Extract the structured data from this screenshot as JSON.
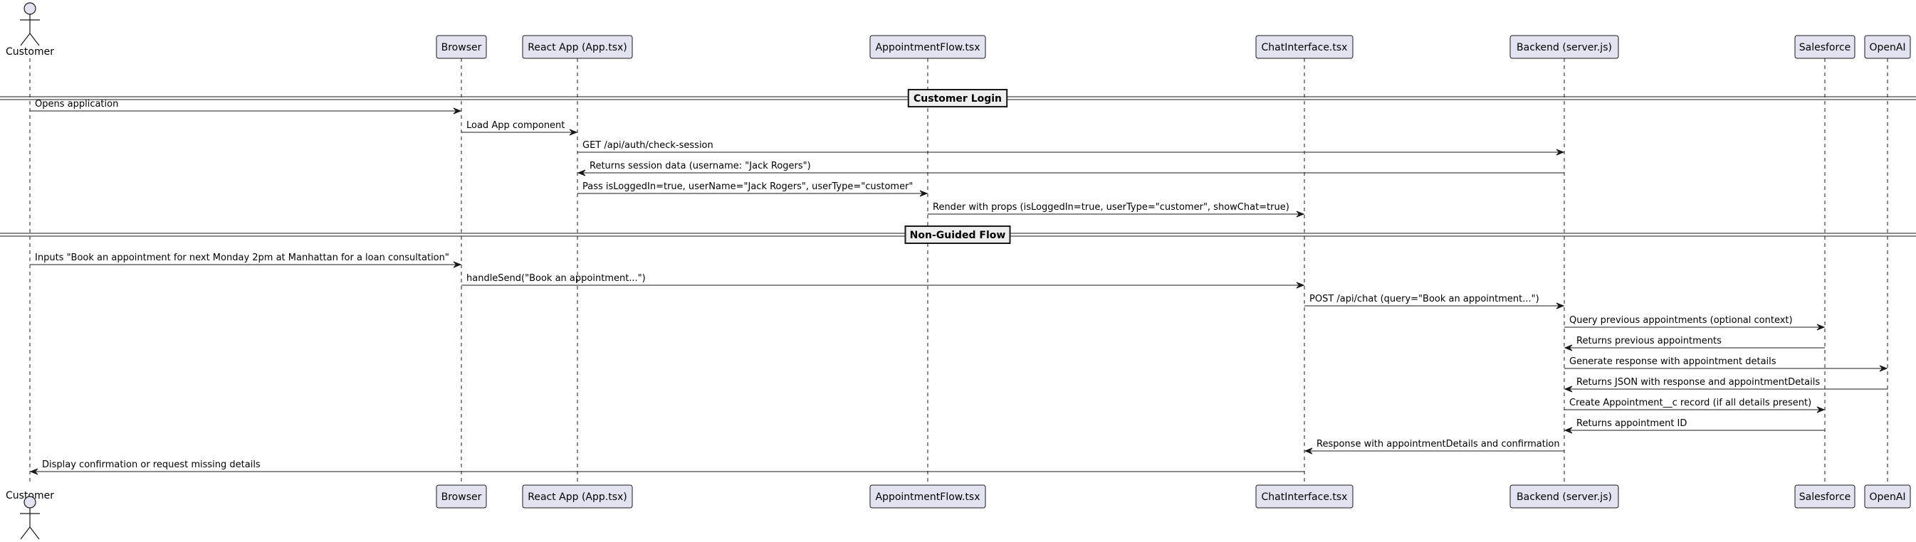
{
  "participants": [
    {
      "id": "customer",
      "label": "Customer",
      "kind": "actor"
    },
    {
      "id": "browser",
      "label": "Browser",
      "kind": "box"
    },
    {
      "id": "react_app",
      "label": "React App (App.tsx)",
      "kind": "box"
    },
    {
      "id": "appointment_flow",
      "label": "AppointmentFlow.tsx",
      "kind": "box"
    },
    {
      "id": "chat_interface",
      "label": "ChatInterface.tsx",
      "kind": "box"
    },
    {
      "id": "backend",
      "label": "Backend (server.js)",
      "kind": "box"
    },
    {
      "id": "salesforce",
      "label": "Salesforce",
      "kind": "box"
    },
    {
      "id": "openai",
      "label": "OpenAI",
      "kind": "box"
    }
  ],
  "sections": [
    {
      "label": "Customer Login"
    },
    {
      "label": "Non-Guided Flow"
    }
  ],
  "messages": [
    {
      "from": "customer",
      "to": "browser",
      "label": "Opens application"
    },
    {
      "from": "browser",
      "to": "react_app",
      "label": "Load App component"
    },
    {
      "from": "react_app",
      "to": "backend",
      "label": "GET /api/auth/check-session"
    },
    {
      "from": "backend",
      "to": "react_app",
      "label": "Returns session data (username: \"Jack Rogers\")"
    },
    {
      "from": "react_app",
      "to": "appointment_flow",
      "label": "Pass isLoggedIn=true, userName=\"Jack Rogers\", userType=\"customer\""
    },
    {
      "from": "appointment_flow",
      "to": "chat_interface",
      "label": "Render with props (isLoggedIn=true, userType=\"customer\", showChat=true)"
    },
    {
      "from": "customer",
      "to": "browser",
      "label": "Inputs \"Book an appointment for next Monday 2pm at Manhattan for a loan consultation\""
    },
    {
      "from": "browser",
      "to": "chat_interface",
      "label": "handleSend(\"Book an appointment...\")"
    },
    {
      "from": "chat_interface",
      "to": "backend",
      "label": "POST /api/chat (query=\"Book an appointment...\")"
    },
    {
      "from": "backend",
      "to": "salesforce",
      "label": "Query previous appointments (optional context)"
    },
    {
      "from": "salesforce",
      "to": "backend",
      "label": "Returns previous appointments"
    },
    {
      "from": "backend",
      "to": "openai",
      "label": "Generate response with appointment details"
    },
    {
      "from": "openai",
      "to": "backend",
      "label": "Returns JSON with response and appointmentDetails"
    },
    {
      "from": "backend",
      "to": "salesforce",
      "label": "Create Appointment__c record (if all details present)"
    },
    {
      "from": "salesforce",
      "to": "backend",
      "label": "Returns appointment ID"
    },
    {
      "from": "backend",
      "to": "chat_interface",
      "label": "Response with appointmentDetails and confirmation"
    },
    {
      "from": "chat_interface",
      "to": "customer",
      "label": "Display confirmation or request missing details"
    }
  ],
  "colors": {
    "participant_fill": "#e2e2f0",
    "participant_border": "#181818",
    "lifeline": "#181818",
    "arrow": "#181818",
    "text": "#000000",
    "section_fill": "#eeeeee"
  }
}
